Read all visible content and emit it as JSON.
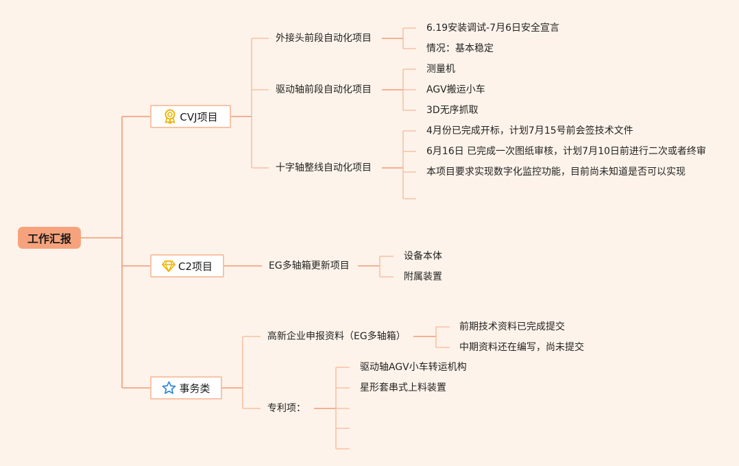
{
  "root": "工作汇报",
  "colors": {
    "background": "#fdf3ea",
    "line": "#f7b696",
    "root_fill": "#f6a37d",
    "box_border": "#f8c3a6"
  },
  "branches": [
    {
      "label": "CVJ项目",
      "icon": "award-medal-icon",
      "children": [
        {
          "label": "外接头前段自动化项目",
          "children": [
            "6.19安装调试-7月6日安全宣言",
            "情况：基本稳定"
          ]
        },
        {
          "label": "驱动轴前段自动化项目",
          "children": [
            "测量机",
            "AGV搬运小车",
            "3D无序抓取"
          ]
        },
        {
          "label": "十字轴整线自动化项目",
          "children": [
            "4月份已完成开标，计划7月15号前会签技术文件",
            "6月16日 已完成一次图纸审核，计划7月10日前进行二次或者终审",
            "本项目要求实现数字化监控功能，目前尚未知道是否可以实现",
            ""
          ]
        }
      ]
    },
    {
      "label": "C2项目",
      "icon": "diamond-icon",
      "children": [
        {
          "label": "EG多轴箱更新项目",
          "children": [
            "设备本体",
            "附属装置"
          ]
        }
      ]
    },
    {
      "label": "事务类",
      "icon": "star-icon",
      "children": [
        {
          "label": "高新企业申报资料（EG多轴箱）",
          "children": [
            "前期技术资料已完成提交",
            "中期资料还在编写，尚未提交"
          ]
        },
        {
          "label": "专利项：",
          "children": [
            "驱动轴AGV小车转运机构",
            "星形套串式上料装置",
            "",
            ""
          ]
        }
      ]
    }
  ]
}
